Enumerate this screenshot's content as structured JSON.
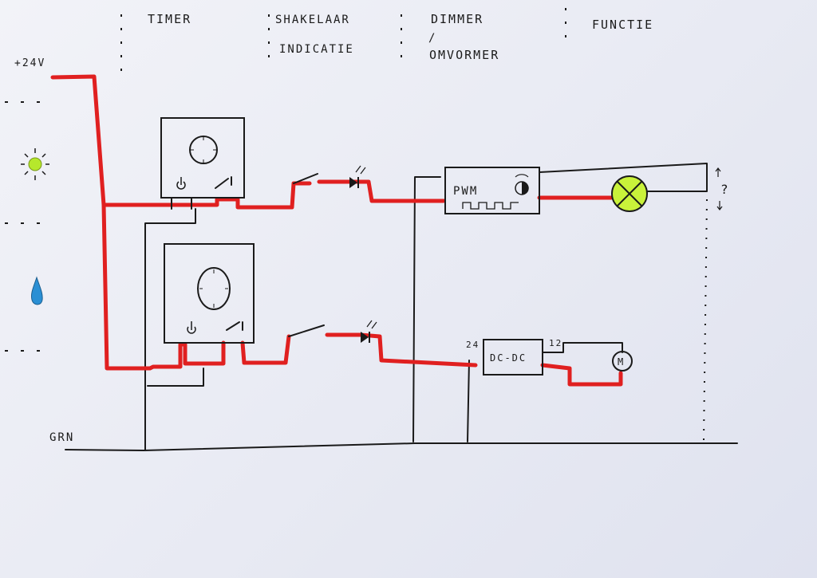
{
  "columns": {
    "timer": "TIMER",
    "schakelaar": "SHAKELAAR",
    "indicatie": "INDICATIE",
    "dimmer": "DIMMER",
    "slash": "/",
    "omvormer": "OMVORMER",
    "functie": "FUNCTIE"
  },
  "supply": {
    "label": "+24V"
  },
  "ground": {
    "label": "GRN"
  },
  "pwm": {
    "label": "PWM"
  },
  "dcdc": {
    "label": "DC-DC",
    "in_voltage": "24",
    "out_voltage": "12"
  },
  "motor": {
    "label": "M"
  },
  "question": {
    "label": "?"
  },
  "colors": {
    "positive_wire": "#e02020",
    "signal_wire": "#1a1a1a",
    "lamp": "#c9f23a",
    "led": "#1e8bd0",
    "water_drop": "#2a8fd4",
    "sun_icon": "#b6e82c"
  }
}
